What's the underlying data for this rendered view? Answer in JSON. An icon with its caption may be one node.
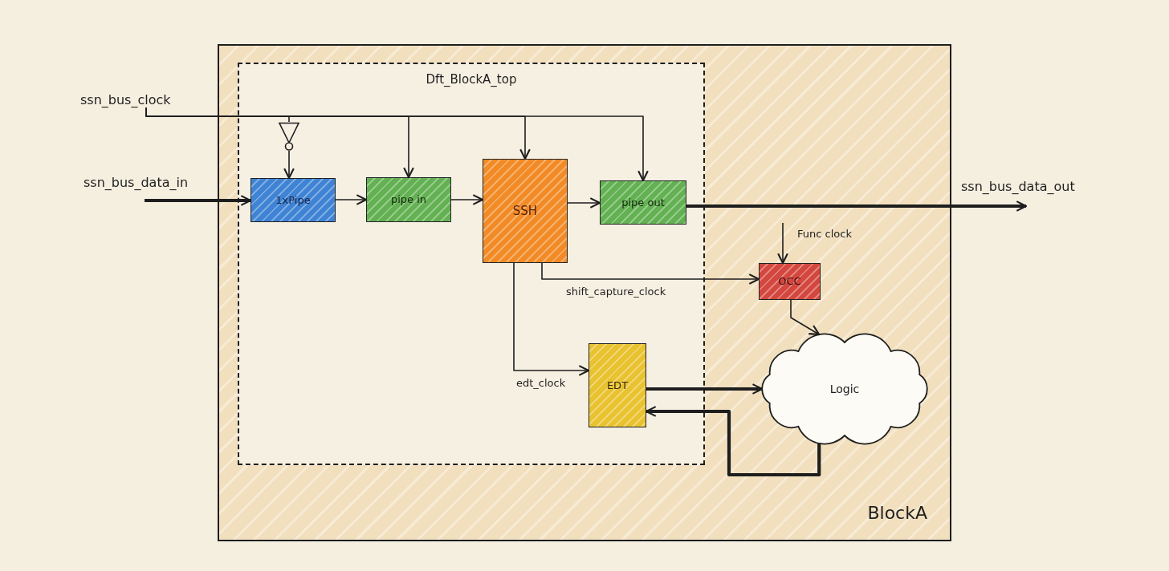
{
  "diagram": {
    "nodes": [
      {
        "text": [
          "BlockA"
        ]
      },
      {
        "text": [
          "Dft_BlockA_top"
        ],
        "in": 0
      },
      {
        "text": [
          "ssn_bus_clock"
        ]
      },
      {
        "text": [],
        "shape": "triangle",
        "in": 1
      },
      {
        "text": [
          "1xPipe"
        ],
        "in": 1
      },
      {
        "text": [
          "pipe in"
        ],
        "in": 1
      },
      {
        "text": [
          "SSH"
        ],
        "in": 1
      },
      {
        "text": [
          "pipe out"
        ],
        "in": 1
      },
      {
        "text": [
          "OCC"
        ],
        "in": 0
      },
      {
        "text": [
          "EDT"
        ],
        "in": 1
      },
      {
        "text": [
          "Logic"
        ],
        "in": 0
      }
    ],
    "edges": [
      {
        "from": 2,
        "to": 3,
        "arrow": "none"
      },
      {
        "from": 2,
        "to": 5,
        "arrow": "to"
      },
      {
        "from": 2,
        "to": 6,
        "arrow": "to"
      },
      {
        "from": 2,
        "to": 7,
        "arrow": "to"
      },
      {
        "from": 3,
        "to": 4,
        "arrow": "to"
      },
      {
        "from": null,
        "to": 4,
        "arrow": "to",
        "label": "ssn_bus_data_in",
        "style": "thick"
      },
      {
        "from": 4,
        "to": 5,
        "arrow": "to"
      },
      {
        "from": 5,
        "to": 6,
        "arrow": "to"
      },
      {
        "from": 6,
        "to": 7,
        "arrow": "to"
      },
      {
        "from": 7,
        "to": null,
        "arrow": "to",
        "label": "ssn_bus_data_out",
        "style": "thick"
      },
      {
        "from": 6,
        "to": 8,
        "arrow": "to",
        "label": "shift_capture_clock"
      },
      {
        "from": null,
        "to": 8,
        "arrow": "to",
        "label": "Func clock"
      },
      {
        "from": 8,
        "to": 10,
        "arrow": "to"
      },
      {
        "from": 6,
        "to": 9,
        "arrow": "to",
        "label": "edt_clock"
      },
      {
        "from": 9,
        "to": 10,
        "arrow": "to",
        "style": "thick"
      },
      {
        "from": 10,
        "to": 9,
        "arrow": "to",
        "style": "thick"
      }
    ]
  }
}
